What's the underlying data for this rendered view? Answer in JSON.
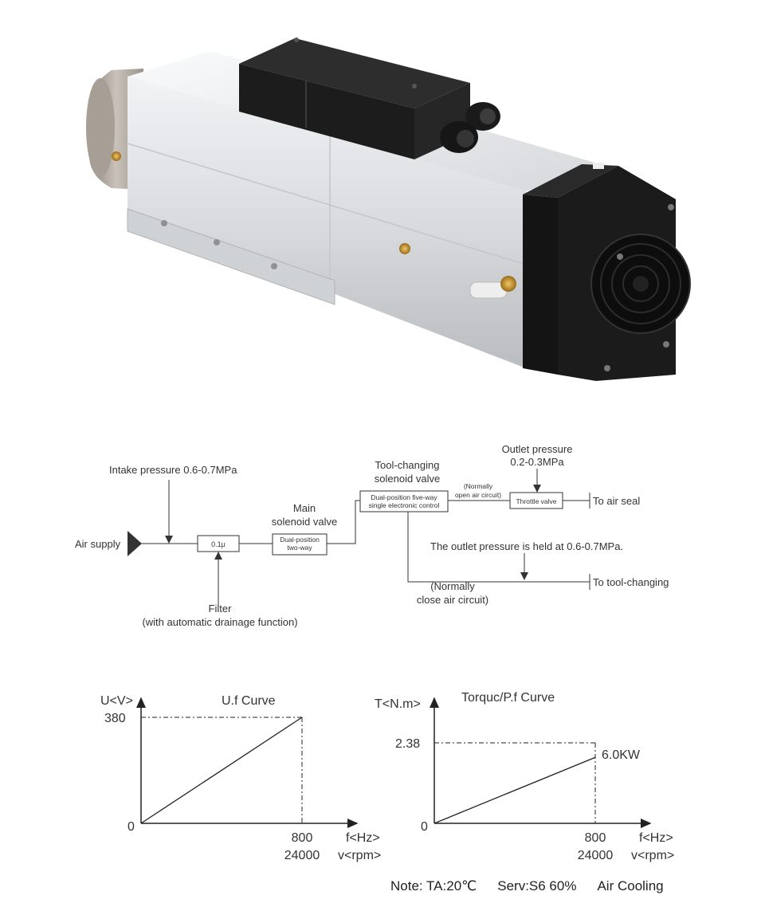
{
  "air_diagram": {
    "intake_pressure": "Intake pressure 0.6-0.7MPa",
    "air_supply": "Air supply",
    "filter_box": "0.1μ",
    "filter_label_1": "Filter",
    "filter_label_2": "(with automatic drainage function)",
    "main_valve_label_1": "Main",
    "main_valve_label_2": "solenoid valve",
    "main_valve_box_1": "Dual-position",
    "main_valve_box_2": "two-way",
    "tool_valve_label_1": "Tool-changing",
    "tool_valve_label_2": "solenoid valve",
    "tool_valve_box_1": "Dual-position five-way",
    "tool_valve_box_2": "single electronic control",
    "normally_open_1": "(Normally",
    "normally_open_2": "open air circuit)",
    "outlet_pressure_1": "Outlet pressure",
    "outlet_pressure_2": "0.2-0.3MPa",
    "throttle_valve": "Throttle valve",
    "to_air_seal": "To air seal",
    "held_pressure": "The outlet pressure is held at 0.6-0.7MPa.",
    "to_tool_changing": "To tool-changing",
    "normally_close_1": "(Normally",
    "normally_close_2": "close air circuit)"
  },
  "chart_data": [
    {
      "type": "line",
      "title": "U.f  Curve",
      "ylabel": "U<V>",
      "xlabel": "f<Hz>",
      "xlabel2": "v<rpm>",
      "x_tick": "800",
      "x_tick2": "24000",
      "y_tick": "380",
      "origin": "0",
      "x": [
        0,
        800
      ],
      "y": [
        0,
        380
      ],
      "xlim": [
        0,
        800
      ],
      "ylim": [
        0,
        380
      ]
    },
    {
      "type": "line",
      "title": "Torquc/P.f  Curve",
      "ylabel": "T<N.m>",
      "xlabel": "f<Hz>",
      "xlabel2": "v<rpm>",
      "x_tick": "800",
      "x_tick2": "24000",
      "y_tick": "2.38",
      "origin": "0",
      "end_label": "6.0KW",
      "x": [
        0,
        800
      ],
      "y": [
        0,
        1.95
      ],
      "xlim": [
        0,
        800
      ],
      "ylim": [
        0,
        2.38
      ]
    }
  ],
  "note": {
    "ta": "Note: TA:20℃",
    "serv": "Serv:S6 60%",
    "cooling": "Air Cooling"
  }
}
